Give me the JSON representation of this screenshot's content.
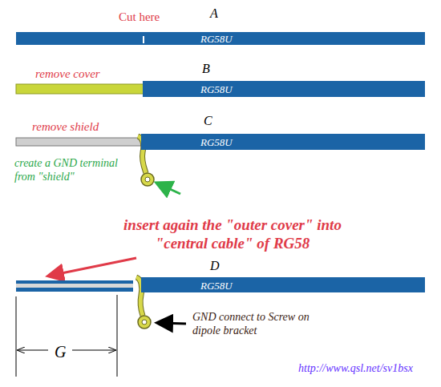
{
  "diagram": {
    "nodes": [
      {
        "text": [
          "RG58U"
        ]
      },
      {
        "text": [
          "RG58U"
        ]
      },
      {
        "text": [
          "RG58U"
        ]
      },
      {
        "text": [
          "RG58U"
        ]
      }
    ],
    "labels": [
      "Cut here",
      "A",
      "remove cover",
      "B",
      "remove shield",
      "C",
      "create a GND terminal from \"shield\"",
      "insert again the \"outer cover\" into \"central cable\" of RG58",
      "D",
      "GND connect to Screw on dipole bracket",
      "G",
      "http://www.qsl.net/sv1bsx"
    ]
  }
}
